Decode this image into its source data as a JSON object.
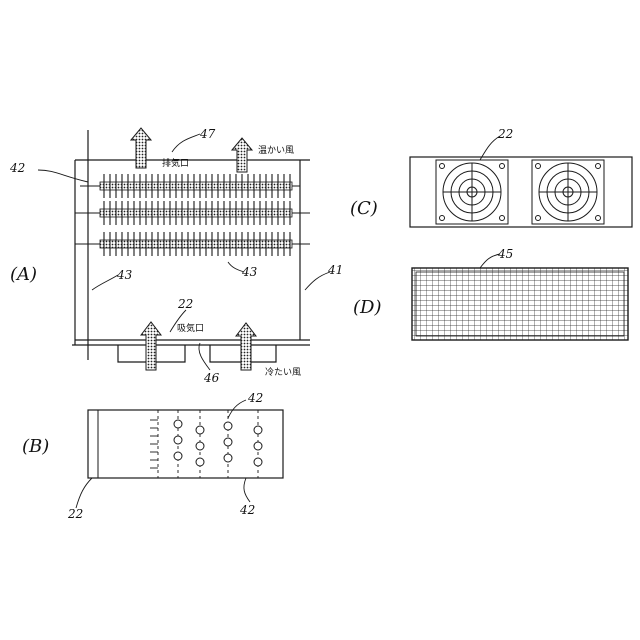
{
  "figures": {
    "A": {
      "label": "(A)",
      "refs": {
        "r47": "47",
        "r42": "42",
        "r43a": "43",
        "r43b": "43",
        "r41": "41",
        "r22": "22",
        "r46": "46"
      },
      "texts": {
        "exhaust": "排気口",
        "warm": "温かい風",
        "intake": "吸気口",
        "cold": "冷たい風"
      }
    },
    "B": {
      "label": "(B)",
      "refs": {
        "r42a": "42",
        "r42b": "42",
        "r22": "22"
      }
    },
    "C": {
      "label": "(C)",
      "refs": {
        "r22": "22"
      }
    },
    "D": {
      "label": "(D)",
      "refs": {
        "r45": "45"
      }
    }
  },
  "colors": {
    "ink": "#1a1a1a",
    "paper": "#ffffff"
  },
  "icons": {
    "arrow": "up-arrow-icon",
    "fan": "fan-icon",
    "filter": "filter-mesh"
  }
}
